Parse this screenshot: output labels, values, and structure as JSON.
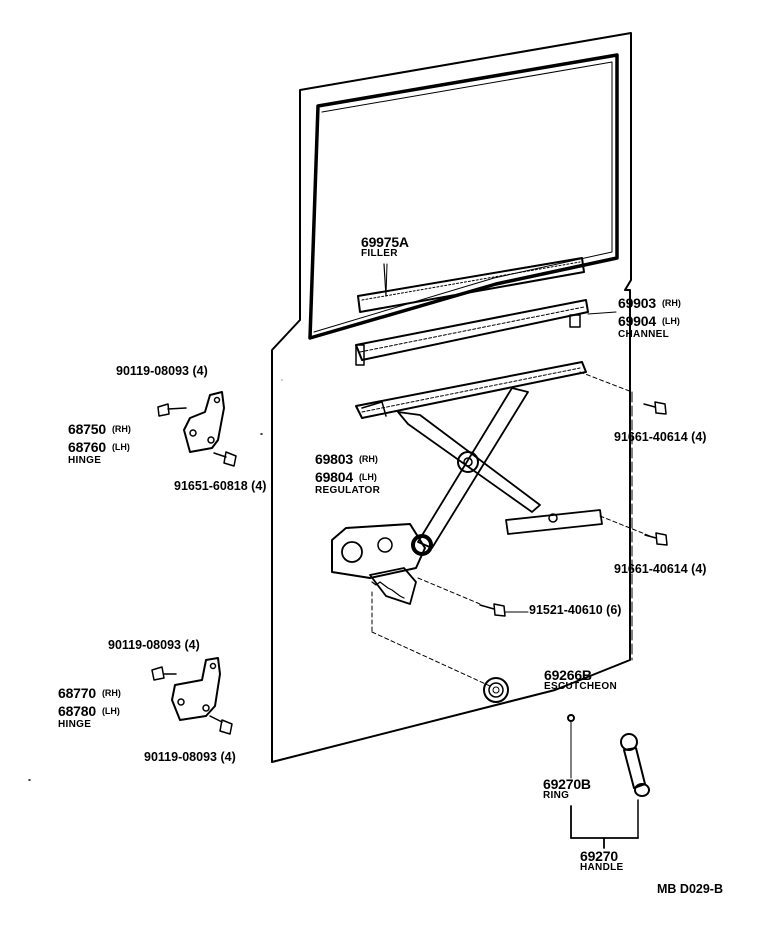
{
  "filler": {
    "number": "69975A",
    "name": "FILLER"
  },
  "channel": {
    "number_rh": "69903",
    "side_rh": "(RH)",
    "number_lh": "69904",
    "side_lh": "(LH)",
    "name": "CHANNEL"
  },
  "bolt_top_hinge_upper": {
    "number": "90119-08093",
    "qty": "(4)"
  },
  "upper_hinge": {
    "number_rh": "68750",
    "side_rh": "(RH)",
    "number_lh": "68760",
    "side_lh": "(LH)",
    "name": "HINGE"
  },
  "bolt_upper_hinge_lower": {
    "number": "91651-60818",
    "qty": "(4)"
  },
  "regulator": {
    "number_rh": "69803",
    "side_rh": "(RH)",
    "number_lh": "69804",
    "side_lh": "(LH)",
    "name": "REGULATOR"
  },
  "bolt_regulator_upper": {
    "number": "91661-40614",
    "qty": "(4)"
  },
  "bolt_regulator_lower": {
    "number": "91661-40614",
    "qty": "(4)"
  },
  "bolt_regulator_base": {
    "number": "91521-40610",
    "qty": "(6)"
  },
  "bolt_lower_hinge_upper": {
    "number": "90119-08093",
    "qty": "(4)"
  },
  "lower_hinge": {
    "number_rh": "68770",
    "side_rh": "(RH)",
    "number_lh": "68780",
    "side_lh": "(LH)",
    "name": "HINGE"
  },
  "bolt_lower_hinge_lower": {
    "number": "90119-08093",
    "qty": "(4)"
  },
  "escutcheon": {
    "number": "69266B",
    "name": "ESCUTCHEON"
  },
  "ring": {
    "number": "69270B",
    "name": "RING"
  },
  "handle": {
    "number": "69270",
    "name": "HANDLE"
  },
  "diagram_code": "MB D029-B"
}
